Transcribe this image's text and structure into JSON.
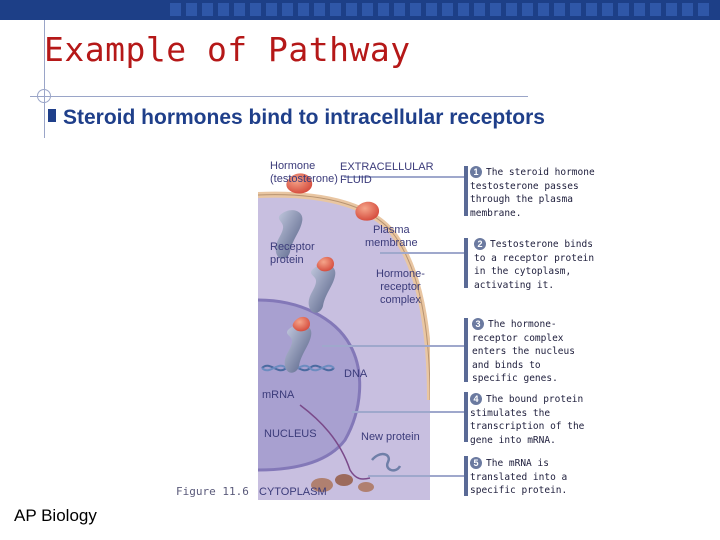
{
  "title": "Example of Pathway",
  "bullet": {
    "emphasis": "Steroid hormones",
    "rest": " bind to intracellular receptors"
  },
  "diagram": {
    "hormone_label": "Hormone\n(testosterone)",
    "extracellular_label": "EXTRACELLULAR\nFLUID",
    "plasma_membrane_label": "Plasma\nmembrane",
    "receptor_label": "Receptor\nprotein",
    "complex_label": "Hormone-\nreceptor\ncomplex",
    "dna_label": "DNA",
    "mrna_label": "mRNA",
    "nucleus_label": "NUCLEUS",
    "new_protein_label": "New protein",
    "cytoplasm_label": "CYTOPLASM",
    "figure_label": "Figure 11.6"
  },
  "steps": [
    {
      "num": "1",
      "text": "The steroid hormone testosterone passes through the plasma membrane."
    },
    {
      "num": "2",
      "text": "Testosterone binds to a receptor protein in the cytoplasm, activating it."
    },
    {
      "num": "3",
      "text": "The hormone-receptor complex enters the nucleus and binds to specific genes."
    },
    {
      "num": "4",
      "text": "The bound protein stimulates the transcription of the gene into mRNA."
    },
    {
      "num": "5",
      "text": "The mRNA is translated into a specific protein."
    }
  ],
  "footer": "AP Biology",
  "colors": {
    "title": "#b51818",
    "bullet": "#1f3f8a",
    "topbar": "#1d3f87",
    "cell": "#c8bfe0",
    "nucleus": "#a8a0d0",
    "hormone": "#e2705a",
    "receptor": "#7c86a8"
  }
}
